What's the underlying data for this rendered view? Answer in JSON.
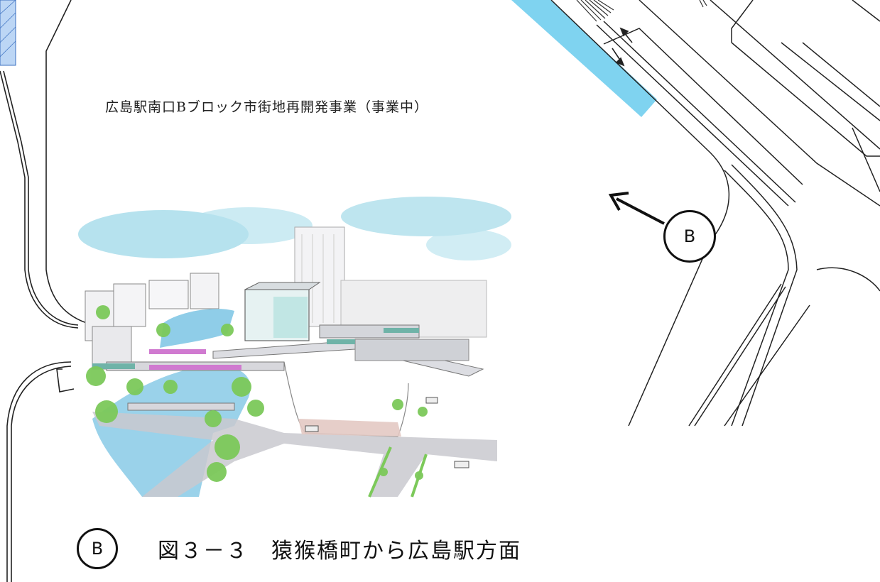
{
  "labels": {
    "block_name": "広島駅南口Bブロック市街地再開発事業（事業中）",
    "viewpoint_marker": "B",
    "caption_marker": "B",
    "caption_title": "図３－３　猿猴橋町から広島駅方面"
  },
  "colors": {
    "highlight_strip": "#7fd3f0",
    "sky_tint": "#9ed8e8",
    "water": "#8fcde8",
    "tree_green": "#7cc95a",
    "road_gray": "#c9c9cf",
    "line": "#222222"
  },
  "icons": {
    "direction_arrow": "arrow-up-left-icon",
    "perspective_sketch": "aerial-city-illustration"
  }
}
